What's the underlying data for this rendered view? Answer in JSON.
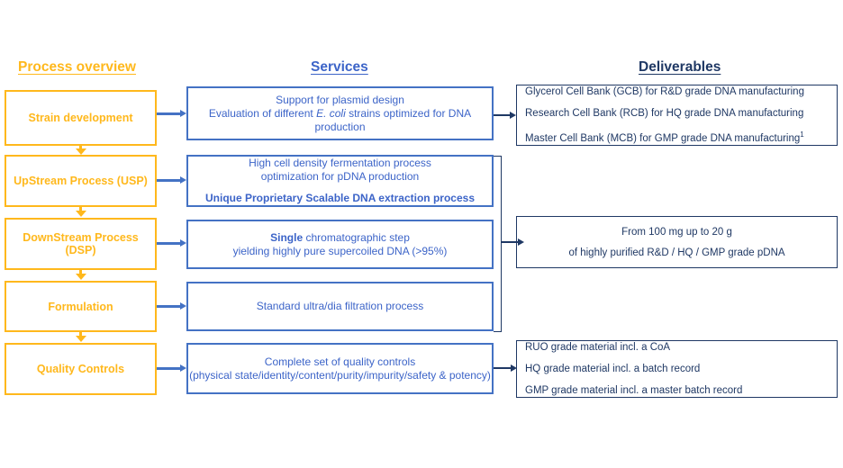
{
  "headers": {
    "process": "Process overview",
    "services": "Services",
    "deliverables": "Deliverables"
  },
  "colors": {
    "orange": "#FFB81C",
    "blue": "#4472C4",
    "blue_text": "#3C64C8",
    "navy": "#1F3864",
    "background": "#FFFFFF"
  },
  "process_steps": [
    {
      "label": "Strain development"
    },
    {
      "label": "UpStream Process (USP)"
    },
    {
      "label": "DownStream Process (DSP)"
    },
    {
      "label": "Formulation"
    },
    {
      "label": "Quality Controls"
    }
  ],
  "services": [
    {
      "lines": [
        {
          "text": "Support for plasmid design",
          "bold": false
        },
        {
          "text": "Evaluation of different E. coli strains optimized for DNA production",
          "bold": false,
          "italic_part": "E. coli"
        }
      ]
    },
    {
      "lines": [
        {
          "text": "High cell density fermentation process",
          "bold": false
        },
        {
          "text": "optimization for pDNA production",
          "bold": false
        },
        {
          "text": "Unique Proprietary Scalable DNA extraction process",
          "bold": true
        }
      ]
    },
    {
      "lines": [
        {
          "text": "Single chromatographic step",
          "bold": false,
          "bold_part": "Single"
        },
        {
          "text": "yielding highly pure supercoiled DNA (>95%)",
          "bold": false
        }
      ]
    },
    {
      "lines": [
        {
          "text": "Standard ultra/dia filtration process",
          "bold": false
        }
      ]
    },
    {
      "lines": [
        {
          "text": "Complete set of quality controls",
          "bold": false
        },
        {
          "text": "(physical state/identity/content/purity/impurity/safety & potency)",
          "bold": false
        }
      ]
    }
  ],
  "deliverables": [
    {
      "align": "left",
      "lines": [
        "Glycerol Cell Bank (GCB) for R&D grade DNA manufacturing",
        "Research Cell Bank (RCB) for HQ grade DNA manufacturing",
        "Master Cell Bank (MCB) for GMP grade DNA manufacturing"
      ],
      "footnote_marker": "1"
    },
    {
      "align": "center",
      "lines": [
        "From 100 mg up to 20 g",
        "of highly purified R&D / HQ / GMP grade pDNA"
      ]
    },
    {
      "align": "left",
      "lines": [
        "RUO grade material incl. a CoA",
        "HQ grade material incl. a batch record",
        "GMP grade material incl. a master batch record"
      ]
    }
  ]
}
